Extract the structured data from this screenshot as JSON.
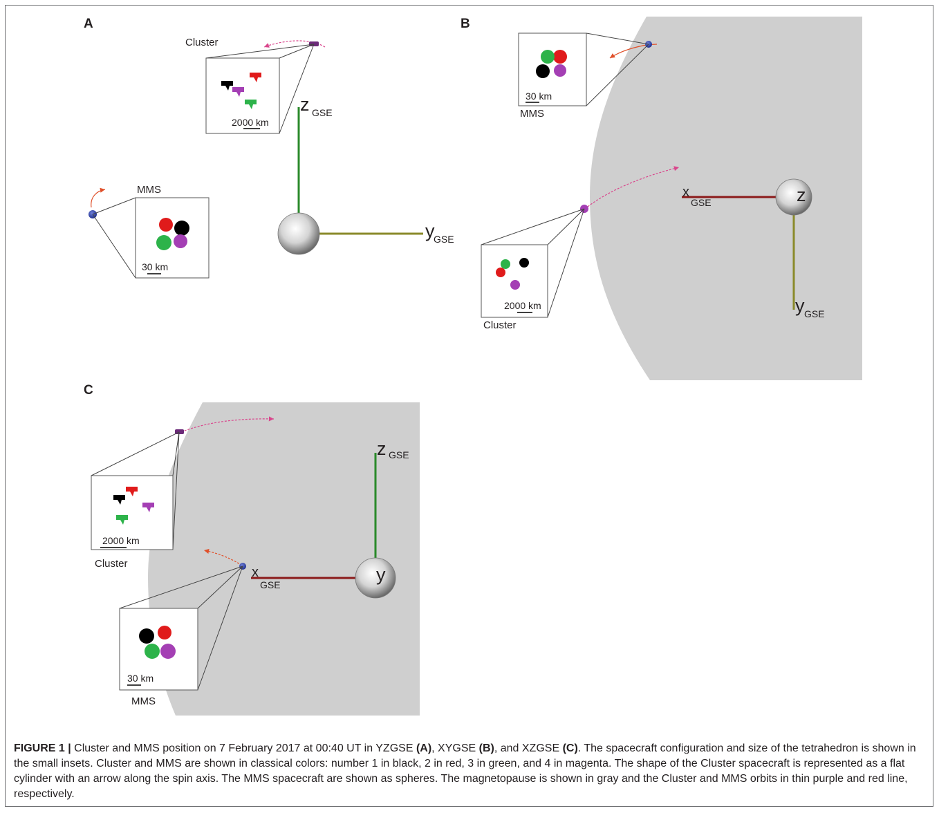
{
  "panels": {
    "a": {
      "letter": "A",
      "cluster_label": "Cluster",
      "cluster_scale": "2000 km",
      "mms_label": "MMS",
      "mms_scale": "30 km",
      "z_axis": "z",
      "z_sub": "GSE",
      "y_axis": "y",
      "y_sub": "GSE"
    },
    "b": {
      "letter": "B",
      "mms_label": "MMS",
      "mms_scale": "30 km",
      "cluster_label": "Cluster",
      "cluster_scale": "2000 km",
      "x_axis": "x",
      "x_sub": "GSE",
      "earth_label": "z",
      "y_axis": "y",
      "y_sub": "GSE"
    },
    "c": {
      "letter": "C",
      "cluster_label": "Cluster",
      "cluster_scale": "2000 km",
      "mms_label": "MMS",
      "mms_scale": "30 km",
      "z_axis": "z",
      "z_sub": "GSE",
      "x_axis": "x",
      "x_sub": "GSE",
      "earth_label": "y"
    }
  },
  "colors": {
    "sc1": "#000000",
    "sc2": "#e01b1b",
    "sc3": "#2db34a",
    "sc4": "#a43fb4",
    "magnetopause": "#cfcfcf",
    "x_axis": "#8b1a1a",
    "y_axis": "#8a8a2a",
    "z_axis": "#2a8a2a",
    "cluster_orbit": "#d9468c",
    "mms_orbit": "#e0502a"
  },
  "caption": {
    "label": "FIGURE 1 |",
    "part1": " Cluster and MMS position on 7 February 2017 at 00:40 UT in YZGSE ",
    "a": "(A)",
    "part2": ", XYGSE ",
    "b": "(B)",
    "part3": ", and XZGSE ",
    "c": "(C)",
    "part4": ". The spacecraft configuration and size of the tetrahedron is shown in the small insets. Cluster and MMS are shown in classical colors: number 1 in black, 2 in red, 3 in green, and 4 in magenta. The shape of the Cluster spacecraft is represented as a flat cylinder with an arrow along the spin axis. The MMS spacecraft are shown as spheres. The magnetopause is shown in gray and the Cluster and MMS orbits in thin purple and red line, respectively."
  }
}
